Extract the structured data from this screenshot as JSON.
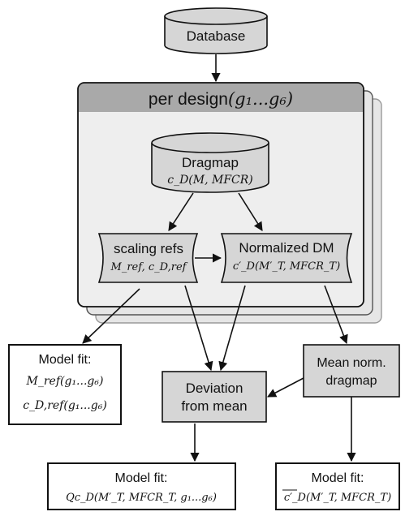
{
  "database": {
    "label": "Database"
  },
  "group": {
    "title_text": "per design",
    "title_math": "(g₁...g₆)"
  },
  "dragmap": {
    "label": "Dragmap",
    "formula": "c_D(M, MFCR)"
  },
  "scaling_refs": {
    "label": "scaling refs",
    "formula": "M_ref, c_D,ref"
  },
  "normalized_dm": {
    "label": "Normalized DM",
    "formula": "c′_D(M′_T, MFCR_T)"
  },
  "model_fit_left": {
    "title": "Model fit:",
    "line1": "M_ref(g₁...g₆)",
    "line2": "c_D,ref(g₁...g₆)"
  },
  "deviation": {
    "line1": "Deviation",
    "line2": "from mean"
  },
  "mean_dragmap": {
    "line1": "Mean norm.",
    "line2": "dragmap"
  },
  "model_fit_bottom_left": {
    "title": "Model fit:",
    "formula": "Qc_D(M′_T, MFCR_T, g₁...g₆)"
  },
  "model_fit_bottom_right": {
    "title": "Model fit:",
    "formula": "c′_D(M′_T, MFCR_T)"
  },
  "colors": {
    "node_fill": "#d6d6d6",
    "group_fill": "#eeeeee",
    "group_header": "#a9a9a9",
    "stroke": "#111111"
  }
}
